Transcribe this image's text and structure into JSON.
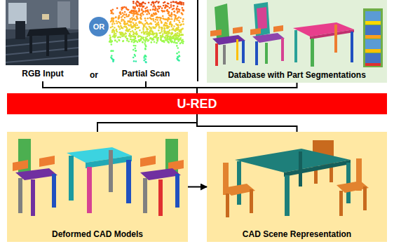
{
  "diagram": {
    "nodes": [
      {
        "text": [
          "RGB Input"
        ]
      },
      {
        "text": [
          "OR"
        ]
      },
      {
        "text": [
          "Partial Scan"
        ]
      },
      {
        "text": [
          "Database with Part Segmentations"
        ]
      },
      {
        "text": [
          "U-RED"
        ]
      },
      {
        "text": [
          "Deformed CAD Models"
        ]
      },
      {
        "text": [
          "CAD Scene Representation"
        ]
      }
    ],
    "edges": [
      {
        "from": 0,
        "to": 4,
        "arrow": "none"
      },
      {
        "from": 2,
        "to": 4,
        "arrow": "none"
      },
      {
        "from": 3,
        "to": 4,
        "arrow": "none"
      },
      {
        "from": 4,
        "to": 5,
        "arrow": "none"
      },
      {
        "from": 4,
        "to": 6,
        "arrow": "none"
      },
      {
        "from": 5,
        "to": 6,
        "arrow": "to"
      }
    ],
    "labels": [
      "or"
    ]
  }
}
